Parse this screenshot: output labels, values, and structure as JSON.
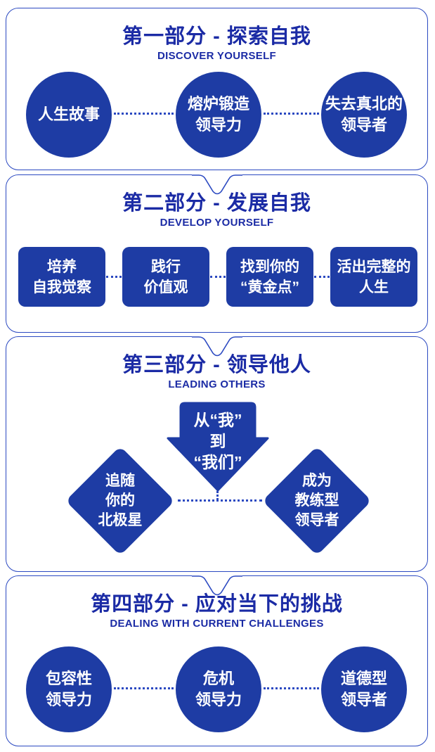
{
  "colors": {
    "shape_fill": "#1E3CA4",
    "title_text": "#1B2BA5",
    "panel_border": "#2B49C1",
    "dotted_connector": "#2B49C1",
    "text_on_shape": "#FFFFFF",
    "background": "#FFFFFF"
  },
  "sections": [
    {
      "title": "第一部分 - 探索自我",
      "subtitle": "DISCOVER YOURSELF",
      "nodes": [
        {
          "shape": "circle",
          "lines": [
            "人生故事"
          ]
        },
        {
          "shape": "circle",
          "lines": [
            "熔炉锻造",
            "领导力"
          ]
        },
        {
          "shape": "circle",
          "lines": [
            "失去真北的",
            "领导者"
          ]
        }
      ]
    },
    {
      "title": "第二部分 - 发展自我",
      "subtitle": "DEVELOP YOURSELF",
      "nodes": [
        {
          "shape": "rounded-square",
          "lines": [
            "培养",
            "自我觉察"
          ]
        },
        {
          "shape": "rounded-square",
          "lines": [
            "践行",
            "价值观"
          ]
        },
        {
          "shape": "rounded-square",
          "lines": [
            "找到你的",
            "“黄金点”"
          ]
        },
        {
          "shape": "rounded-square",
          "lines": [
            "活出完整的",
            "人生"
          ]
        }
      ]
    },
    {
      "title": "第三部分 - 领导他人",
      "subtitle": "LEADING OTHERS",
      "nodes": [
        {
          "shape": "down-arrow",
          "lines": [
            "从“我”",
            "到",
            "“我们”"
          ]
        },
        {
          "shape": "diamond",
          "lines": [
            "追随",
            "你的",
            "北极星"
          ]
        },
        {
          "shape": "diamond",
          "lines": [
            "成为",
            "教练型",
            "领导者"
          ]
        }
      ]
    },
    {
      "title": "第四部分 - 应对当下的挑战",
      "subtitle": "DEALING WITH CURRENT CHALLENGES",
      "nodes": [
        {
          "shape": "circle",
          "lines": [
            "包容性",
            "领导力"
          ]
        },
        {
          "shape": "circle",
          "lines": [
            "危机",
            "领导力"
          ]
        },
        {
          "shape": "circle",
          "lines": [
            "道德型",
            "领导者"
          ]
        }
      ]
    }
  ]
}
